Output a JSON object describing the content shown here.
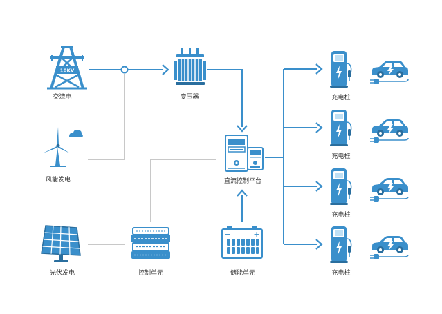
{
  "colors": {
    "primary": "#3a8fcb",
    "dark": "#2a6e9e",
    "gray": "#c8c8c8",
    "light": "#bfe0f5"
  },
  "nodes": {
    "ac_power": {
      "label": "交流电",
      "icon": "power-tower-icon",
      "badge": "10KV"
    },
    "wind_power": {
      "label": "风能发电",
      "icon": "wind-turbine-icon"
    },
    "solar_power": {
      "label": "光伏发电",
      "icon": "solar-panel-icon"
    },
    "transformer": {
      "label": "变压器",
      "icon": "transformer-icon"
    },
    "control_unit": {
      "label": "控制单元",
      "icon": "control-unit-icon"
    },
    "storage_unit": {
      "label": "储能单元",
      "icon": "battery-icon",
      "minus": "−",
      "plus": "+"
    },
    "dc_platform": {
      "label": "直流控制平台",
      "icon": "control-platform-icon"
    },
    "chargers": [
      {
        "label": "充电桩",
        "icon": "charging-pile-icon",
        "car_icon": "electric-car-icon"
      },
      {
        "label": "充电桩",
        "icon": "charging-pile-icon",
        "car_icon": "electric-car-icon"
      },
      {
        "label": "充电桩",
        "icon": "charging-pile-icon",
        "car_icon": "electric-car-icon"
      },
      {
        "label": "充电桩",
        "icon": "charging-pile-icon",
        "car_icon": "electric-car-icon"
      }
    ]
  }
}
